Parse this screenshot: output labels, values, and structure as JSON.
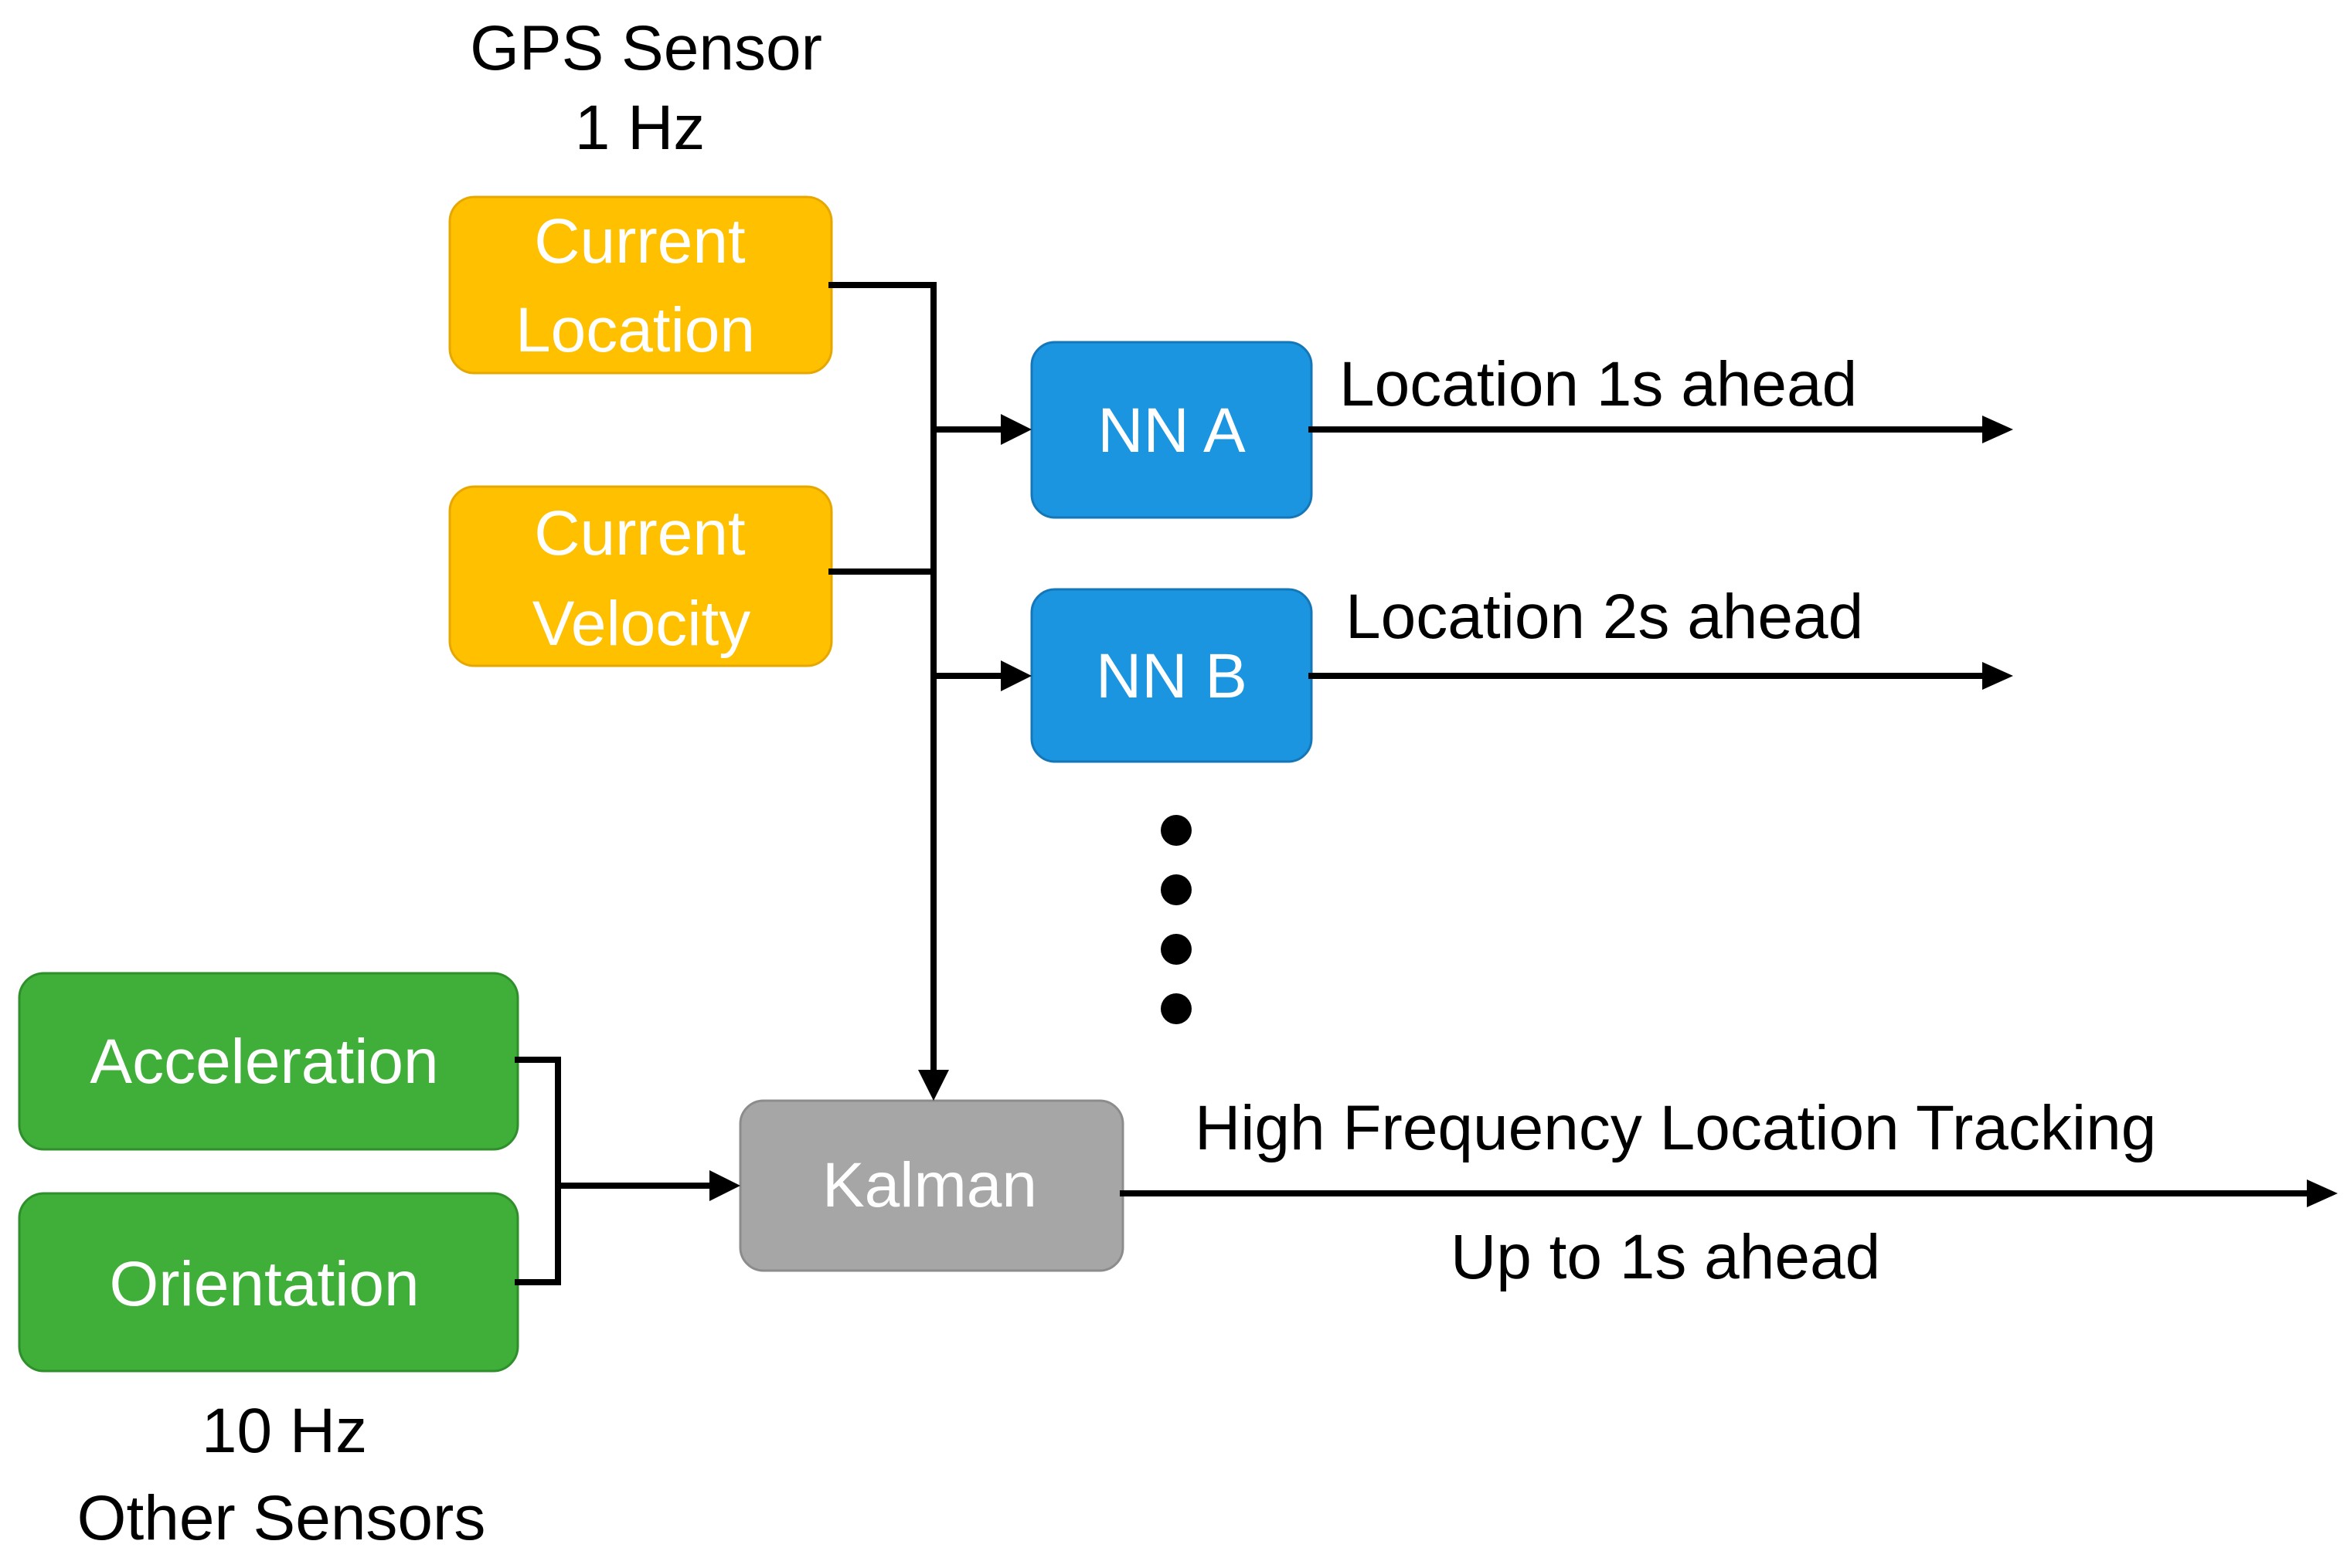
{
  "colors": {
    "gps_box": "#FFC000",
    "gps_box_border": "#E6A800",
    "nn_box": "#1B95E0",
    "nn_box_border": "#1577B8",
    "sensor_box": "#3FAF3A",
    "sensor_box_border": "#2F8F2B",
    "kalman_box": "#A6A6A6",
    "kalman_box_border": "#8C8C8C",
    "line": "#000000"
  },
  "gps_sensor": {
    "title": "GPS Sensor",
    "rate": "1 Hz",
    "current_location": [
      "Current",
      "Location"
    ],
    "current_velocity": [
      "Current",
      "Velocity"
    ]
  },
  "networks": {
    "nn_a": "NN A",
    "nn_b": "NN B",
    "output_a": "Location 1s ahead",
    "output_b": "Location 2s ahead"
  },
  "other_sensors": {
    "acceleration": "Acceleration",
    "orientation": "Orientation",
    "rate": "10 Hz",
    "title": "Other Sensors"
  },
  "kalman": {
    "label": "Kalman",
    "output_title": "High Frequency Location Tracking",
    "output_subtitle": "Up to 1s ahead"
  }
}
